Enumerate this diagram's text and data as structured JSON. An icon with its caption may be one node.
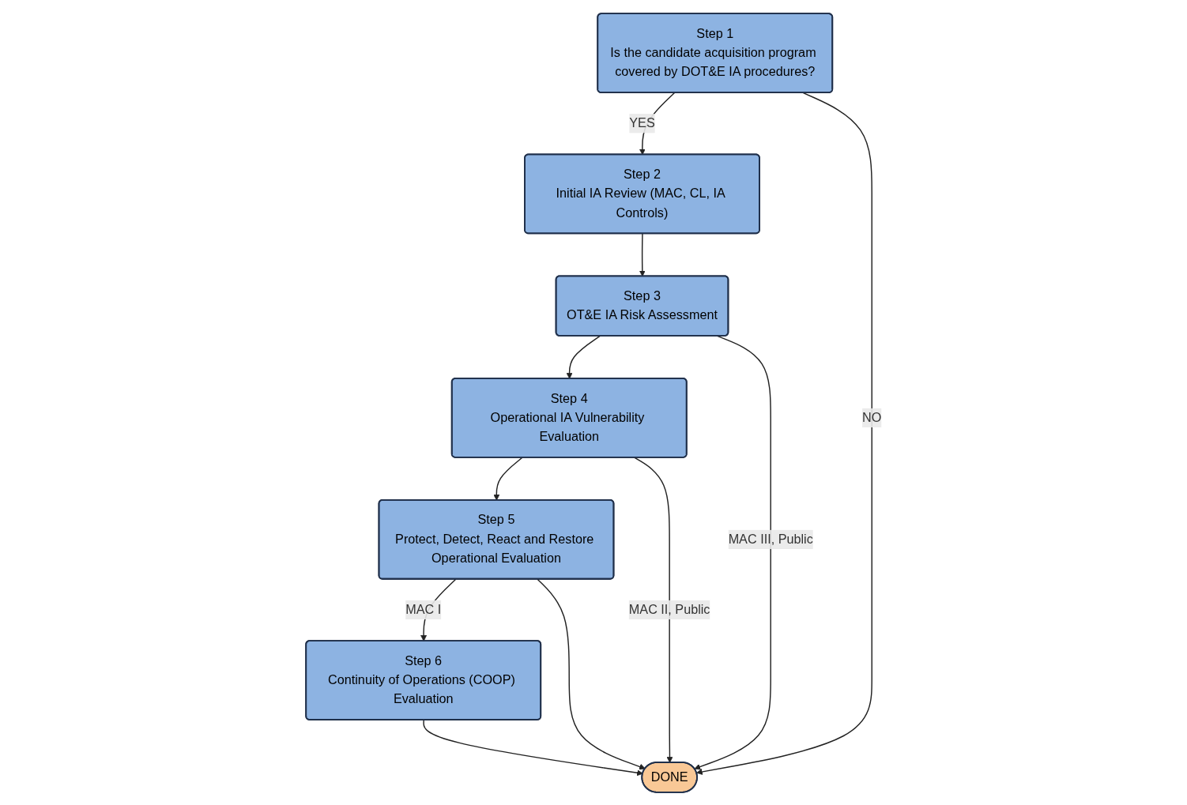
{
  "diagram": {
    "nodes": [
      {
        "text": [
          "Step 1",
          "Is the candidate acquisition program covered by DOT&E IA procedures?"
        ]
      },
      {
        "text": [
          "Step 2",
          "Initial IA Review (MAC, CL, IA Controls)"
        ]
      },
      {
        "text": [
          "Step 3",
          "OT&E IA Risk Assessment"
        ]
      },
      {
        "text": [
          "Step 4",
          "Operational IA Vulnerability Evaluation"
        ]
      },
      {
        "text": [
          "Step 5",
          "Protect, Detect, React and Restore Operational Evaluation"
        ]
      },
      {
        "text": [
          "Step 6",
          "Continuity of Operations (COOP) Evaluation"
        ]
      },
      {
        "text": [
          "DONE"
        ]
      }
    ],
    "edges": [
      {
        "from": 0,
        "to": 1,
        "arrow": "to",
        "label": "YES"
      },
      {
        "from": 1,
        "to": 2,
        "arrow": "to"
      },
      {
        "from": 2,
        "to": 3,
        "arrow": "to"
      },
      {
        "from": 2,
        "to": 6,
        "arrow": "to",
        "label": "MAC III, Public"
      },
      {
        "from": 0,
        "to": 6,
        "arrow": "to",
        "label": "NO"
      },
      {
        "from": 3,
        "to": 4,
        "arrow": "to"
      },
      {
        "from": 4,
        "to": 5,
        "arrow": "to",
        "label": "MAC I"
      },
      {
        "from": 5,
        "to": 6,
        "arrow": "to"
      },
      {
        "from": 3,
        "to": 6,
        "arrow": "to",
        "label": "MAC II, Public"
      },
      {
        "from": 4,
        "to": 6,
        "arrow": "to"
      }
    ]
  }
}
